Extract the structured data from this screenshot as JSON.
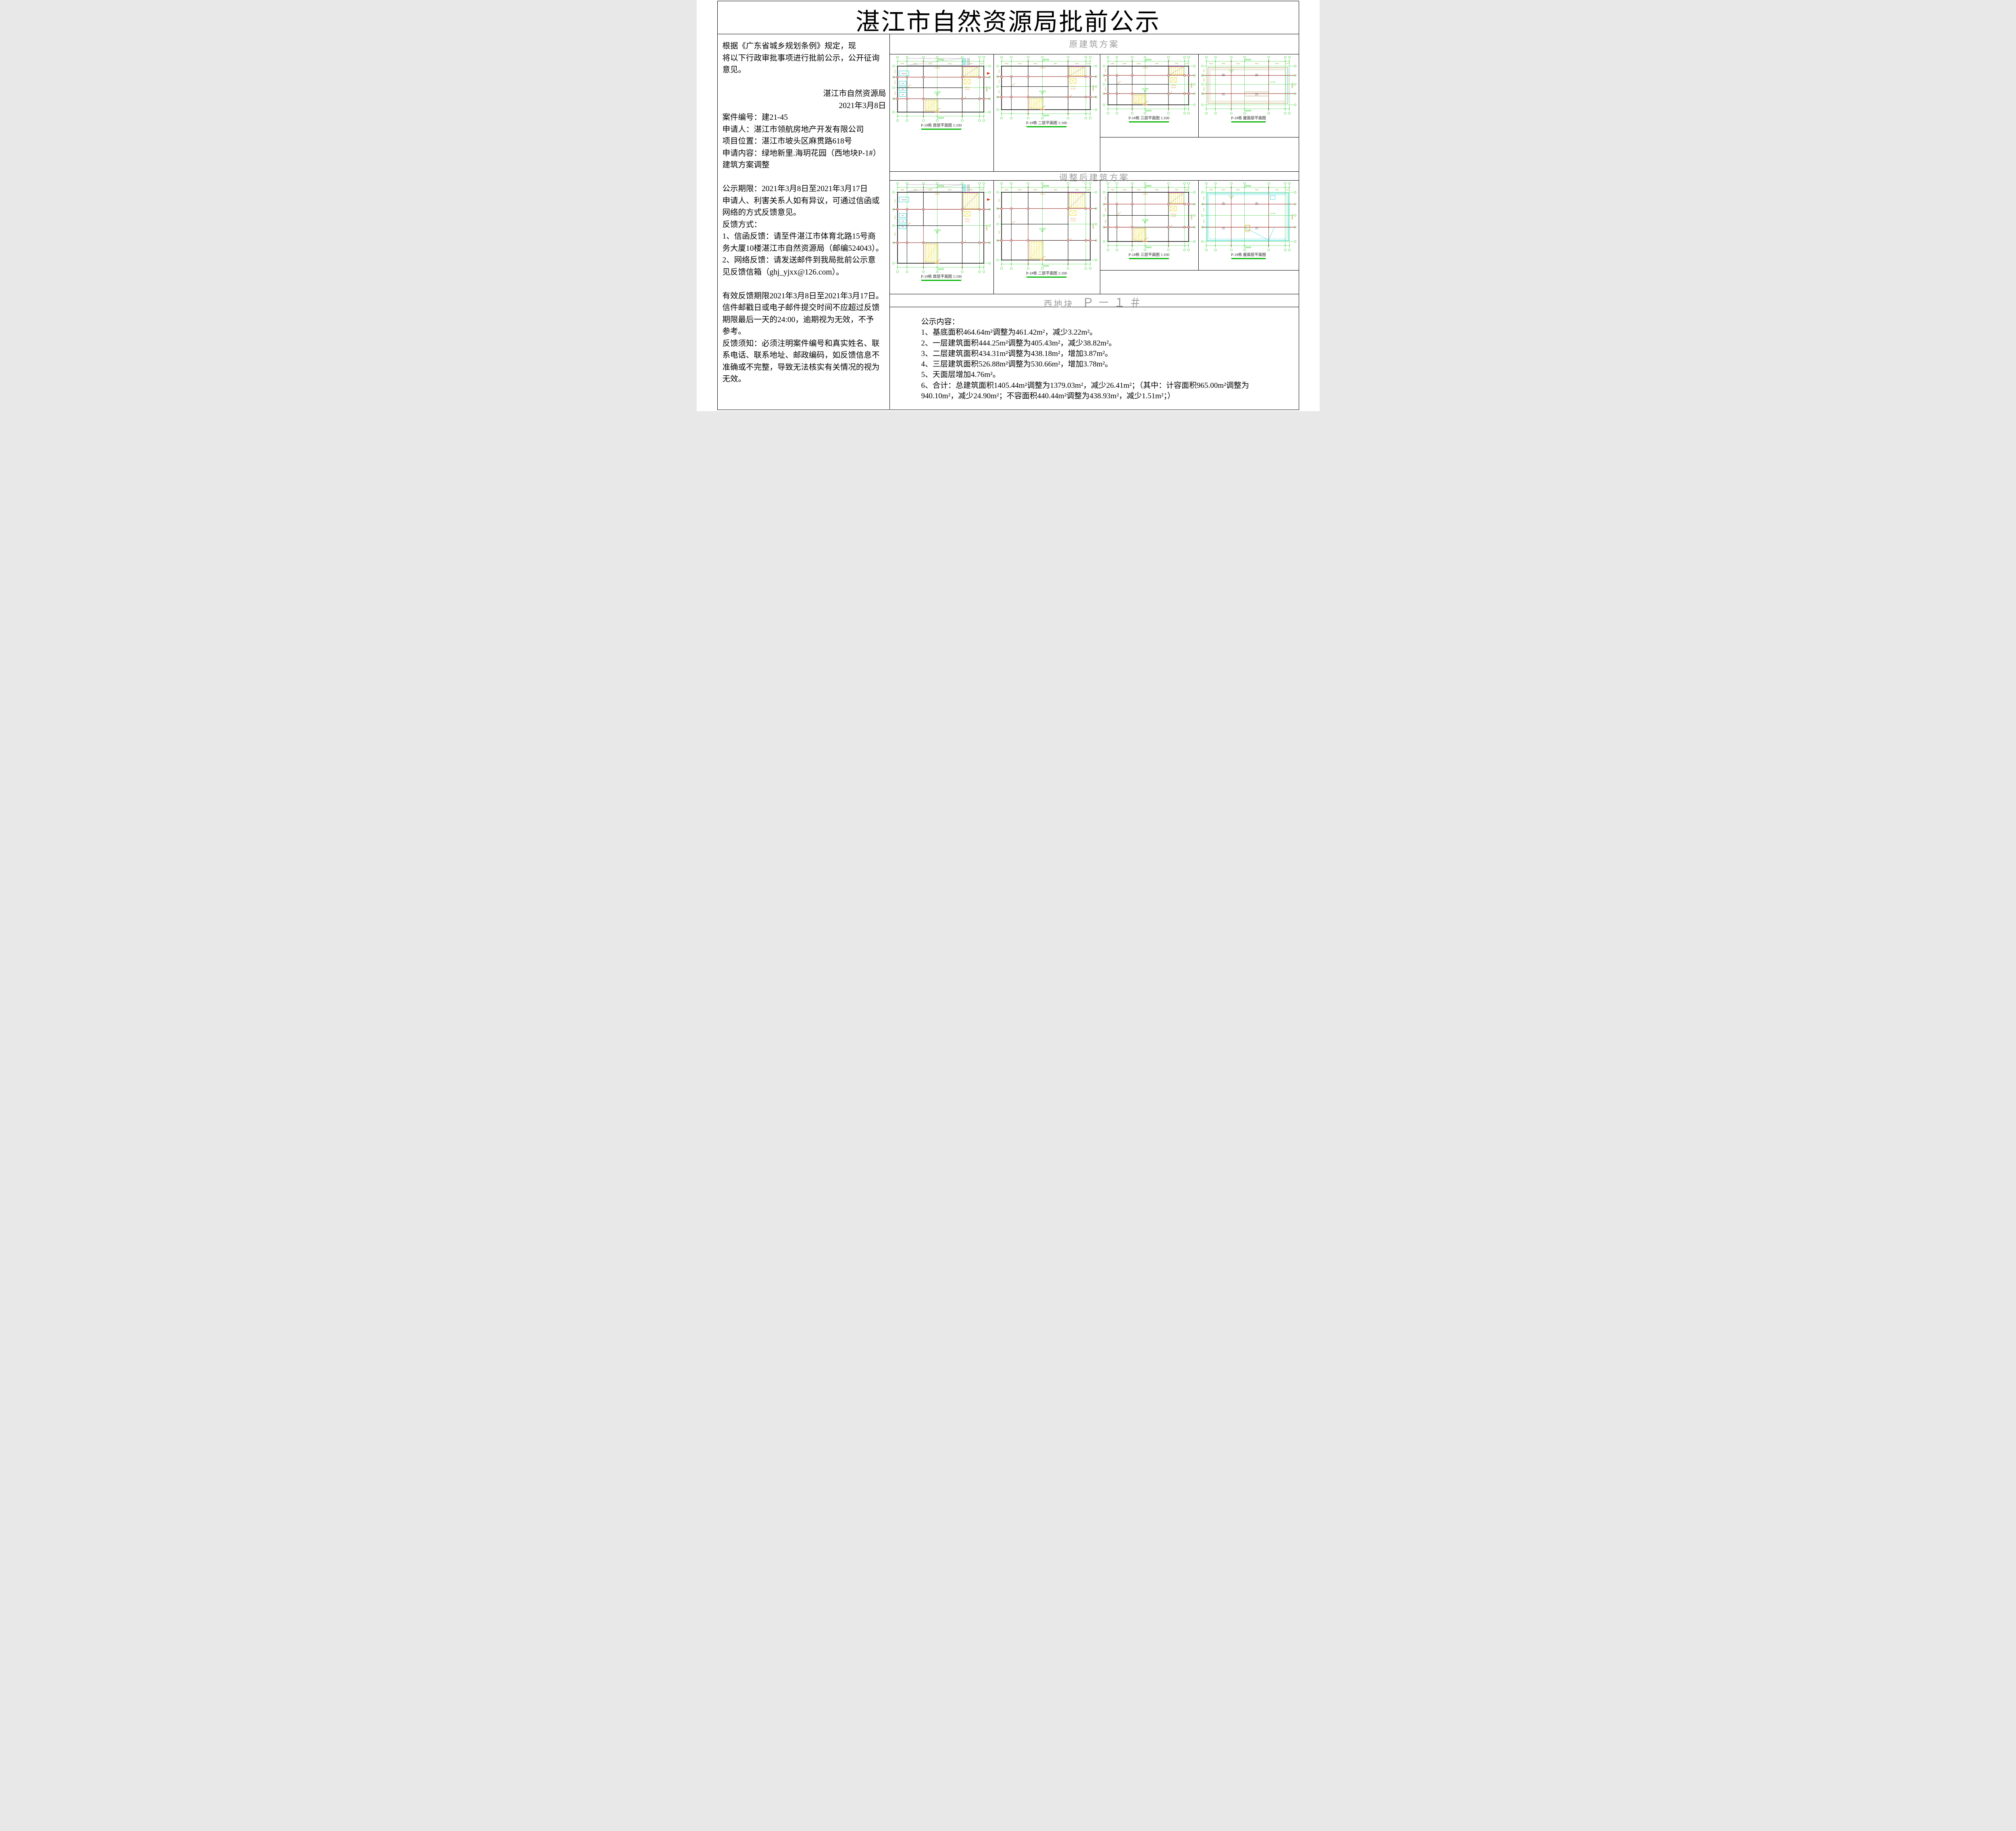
{
  "title": "湛江市自然资源局批前公示",
  "notice": {
    "para_lines": [
      "根据《广东省城乡规划条例》规定，现",
      "将以下行政审批事项进行批前公示，公开征询",
      "意见。"
    ],
    "signer": "湛江市自然资源局",
    "sign_date": "2021年3月8日",
    "body_lines": [
      "案件编号：建21-45",
      "申请人：湛江市领航房地产开发有限公司",
      "项目位置：湛江市坡头区麻贯路618号",
      "申请内容：绿地新里.海玥花园（西地块P-1#）",
      "建筑方案调整",
      "",
      "公示期限：2021年3月8日至2021年3月17日",
      "申请人、利害关系人如有异议，可通过信函或",
      "网络的方式反馈意见。",
      "反馈方式：",
      "1、信函反馈：请至件湛江市体育北路15号商",
      "务大厦10楼湛江市自然资源局（邮编524043）。",
      "2、网络反馈：请发送邮件到我局批前公示意",
      "见反馈信箱（ghj_yjxx@126.com）。",
      "",
      "有效反馈期限2021年3月8日至2021年3月17日。",
      "信件邮戳日或电子邮件提交时间不应超过反馈",
      "期限最后一天的24:00，逾期视为无效，不予",
      "参考。",
      "反馈须知：必须注明案件编号和真实姓名、联",
      "系电话、联系地址、邮政编码，如反馈信息不",
      "准确或不完整，导致无法核实有关情况的视为",
      "无效。"
    ]
  },
  "sections": {
    "original": "原建筑方案",
    "adjusted": "调整后建筑方案",
    "block": "西地块",
    "block_code": "Ｐ－１＃"
  },
  "plans": {
    "original": [
      {
        "caption": "P-1#栋 首层平面图 1:100",
        "kind": "floor",
        "col": 1,
        "variant": "orig"
      },
      {
        "caption": "P-1#栋 二层平面图 1:100",
        "kind": "floor",
        "col": 2,
        "variant": "orig"
      },
      {
        "caption": "P-1#栋 三层平面图 1:100",
        "kind": "floor",
        "col": 3,
        "variant": "orig"
      },
      {
        "caption": "P-1#栋 屋面层平面图",
        "kind": "roof",
        "col": 4,
        "variant": "orig"
      }
    ],
    "adjusted": [
      {
        "caption": "P-1#栋 首层平面图 1:100",
        "kind": "floor",
        "col": 1,
        "variant": "adj"
      },
      {
        "caption": "P-1#栋 二层平面图 1:100",
        "kind": "floor",
        "col": 2,
        "variant": "adj"
      },
      {
        "caption": "P-1#栋 三层平面图 1:100",
        "kind": "floor",
        "col": 3,
        "variant": "adj"
      },
      {
        "caption": "P-1#栋 屋面层平面图",
        "kind": "roof",
        "col": 4,
        "variant": "adj"
      }
    ],
    "cad": {
      "dim_total_w": "26400",
      "dim_total_h": "16800",
      "dim_top_segments": [
        "2900",
        "4900",
        "4300",
        "7800",
        "5350",
        "1150"
      ],
      "dim_side_segments": [
        "7900",
        "5500",
        "3400"
      ],
      "levels": [
        "±0.000",
        "12.300",
        "12.950",
        "11.600",
        "12.700",
        "-0.450"
      ],
      "slopes": [
        "2%",
        "3%",
        "1%"
      ],
      "tags": [
        "LC3618",
        "FM1223",
        "P1-LT02",
        "MM1225",
        "LBY3010",
        "LBY2410"
      ],
      "equipment": [
        "S5-T2 1000kVA",
        "800kVA",
        "AK1",
        "AK2",
        "AK3",
        "AK4"
      ]
    }
  },
  "content": {
    "heading": "公示内容：",
    "lines": [
      "1、基底面积464.64m²调整为461.42m²，减少3.22m²。",
      "2、一层建筑面积444.25m²调整为405.43m²，减少38.82m²。",
      "3、二层建筑面积434.31m²调整为438.18m²，增加3.87m²。",
      "4、三层建筑面积526.88m²调整为530.66m²，增加3.78m²。",
      "5、天面层增加4.76m²。",
      "6、合计：总建筑面积1405.44m²调整为1379.03m²，减少26.41m²；（其中：计容面积965.00m²调整为",
      "940.10m²，减少24.90m²；不容面积440.44m²调整为438.93m²，减少1.51m²；）"
    ]
  },
  "colors": {
    "cad_green": "#00c400",
    "cad_olive": "#8f8f00",
    "cad_dark_red": "#8b0000",
    "cad_red": "#e03030",
    "cad_yellow": "#e8d800",
    "cad_gold": "#c9a400",
    "cad_cyan": "#00cccc",
    "cad_orange": "#e07818",
    "cad_purple": "#9400d3",
    "cad_blue": "#35aee0",
    "label_gray": "#9c9c9c"
  }
}
